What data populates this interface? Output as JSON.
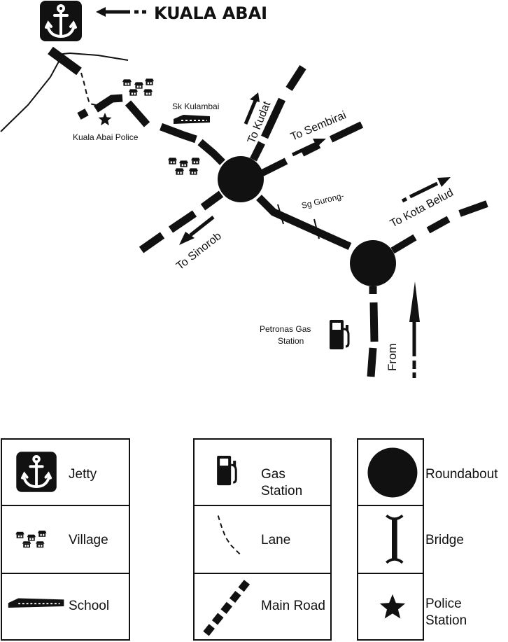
{
  "map": {
    "title": "KUALA ABAI",
    "labels": {
      "police": "Kuala Abai Police",
      "school": "Sk Kulambai",
      "kudat": "To Kudat",
      "sembirai": "To Sembirai",
      "river": "Sg Gurong-",
      "kota_belud": "To Kota Belud",
      "sinorob": "To Sinorob",
      "gas_line1": "Petronas Gas",
      "gas_line2": "Station",
      "from": "From"
    }
  },
  "legend": {
    "jetty": "Jetty",
    "village": "Village",
    "school": "School",
    "gas_station": "Gas Station",
    "lane": "Lane",
    "main_road": "Main Road",
    "roundabout": "Roundabout",
    "bridge": "Bridge",
    "police_station_line1": "Police",
    "police_station_line2": "Station"
  },
  "icons": [
    "anchor-icon",
    "village-icon",
    "school-icon",
    "fuel-pump-icon",
    "lane-icon",
    "main-road-icon",
    "roundabout-icon",
    "bridge-icon",
    "star-icon",
    "arrow-icon"
  ]
}
